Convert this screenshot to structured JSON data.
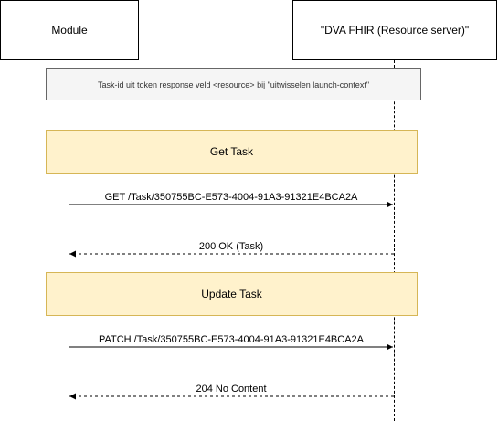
{
  "participants": {
    "module": "Module",
    "resource_server": "\"DVA FHIR (Resource server)\""
  },
  "note": "Task-id uit token response veld <resource> bij \"uitwisselen launch-context\"",
  "sections": {
    "get_task": "Get Task",
    "update_task": "Update Task"
  },
  "messages": [
    {
      "label": "GET /Task/350755BC-E573-4004-91A3-91321E4BCA2A",
      "from": "module",
      "to": "resource_server",
      "style": "solid"
    },
    {
      "label": "200 OK (Task)",
      "from": "resource_server",
      "to": "module",
      "style": "dashed"
    },
    {
      "label": "PATCH /Task/350755BC-E573-4004-91A3-91321E4BCA2A",
      "from": "module",
      "to": "resource_server",
      "style": "solid"
    },
    {
      "label": "204 No Content",
      "from": "resource_server",
      "to": "module",
      "style": "dashed"
    }
  ],
  "colors": {
    "note_fill": "#f5f5f5",
    "note_border": "#666666",
    "section_fill": "#fff2cc",
    "section_border": "#d6b656",
    "line": "#000000"
  }
}
